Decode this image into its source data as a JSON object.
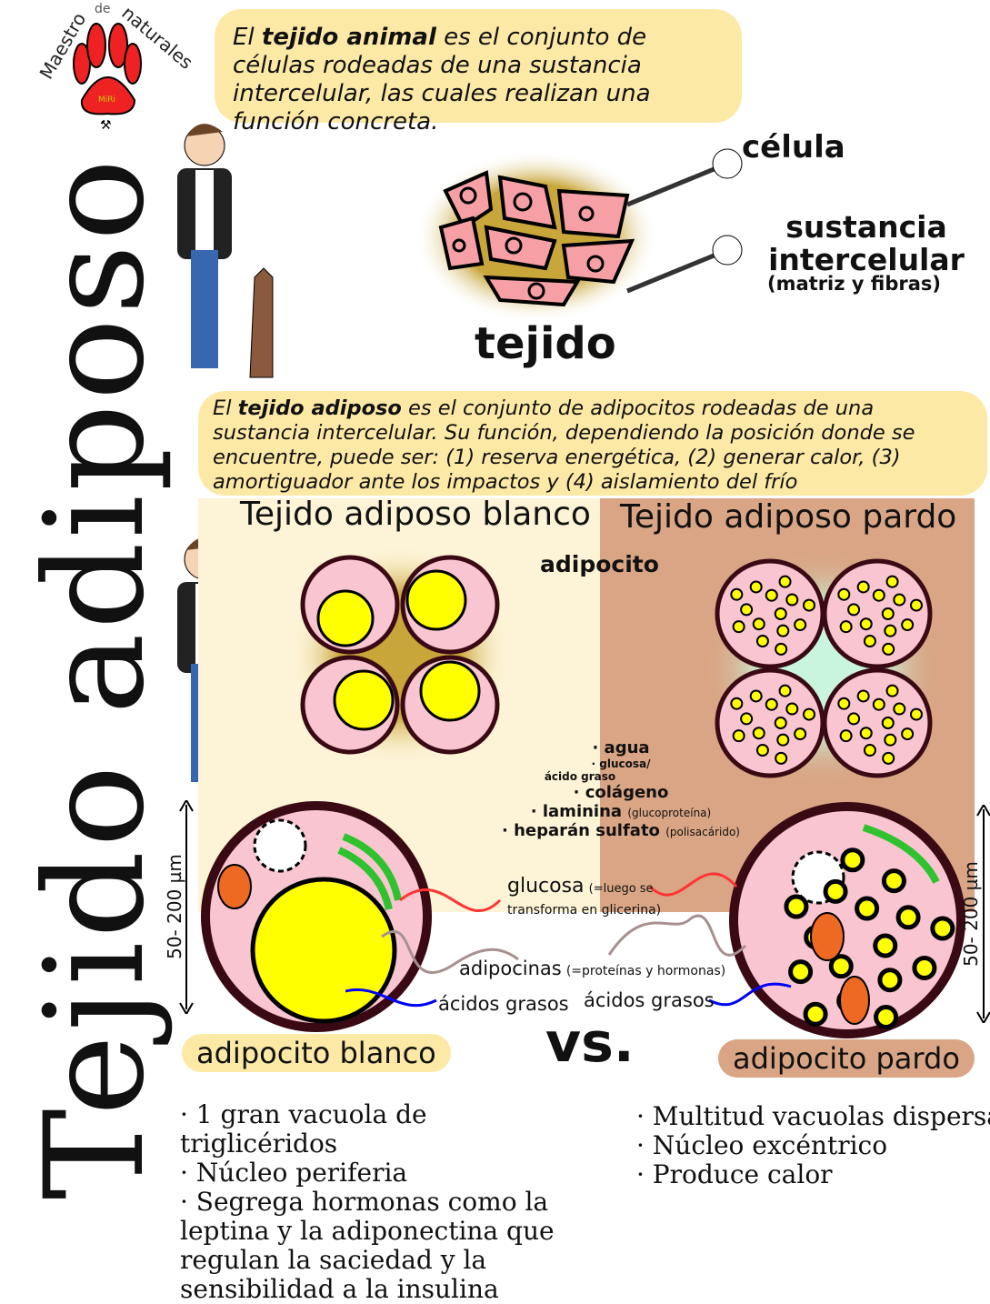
{
  "title": "Tejido adiposo",
  "logo": {
    "text": "Maestro de naturales",
    "signature": "MiRi"
  },
  "bubble1": {
    "pre": "El ",
    "bold": "tejido animal",
    "post": " es el conjunto de células rodeadas de una sustancia intercelular, las cuales realizan una función concreta."
  },
  "tissue": {
    "cell_label": "célula",
    "substance_label": "sustancia intercelular",
    "substance_sub": "(matriz y fibras)",
    "tissue_label": "tejido"
  },
  "bubble2": {
    "pre": "El ",
    "bold": "tejido adiposo",
    "post": " es el conjunto de adipocitos rodeadas de una sustancia intercelular. Su función, dependiendo la posición donde se encuentre, puede ser: (1) reserva energética, (2) generar calor, (3) amortiguador ante los impactos y (4) aislamiento del frío"
  },
  "white_tissue": {
    "title": "Tejido adiposo blanco"
  },
  "brown_tissue": {
    "title": "Tejido adiposo pardo"
  },
  "adipocito_label": "adipocito",
  "components": [
    {
      "name": "· agua",
      "note": ""
    },
    {
      "name": "· glucosa/",
      "note": ""
    },
    {
      "name": "ácido graso",
      "note": ""
    },
    {
      "name": "· colágeno",
      "note": ""
    },
    {
      "name": "· laminina",
      "note": "(glucoproteína)"
    },
    {
      "name": "· heparán sulfato",
      "note": "(polisacárido)"
    }
  ],
  "size_left": "50- 200 µm",
  "size_right": "50- 200 µm",
  "flows": {
    "glucosa": "glucosa",
    "glucosa_note": "(=luego se",
    "glucosa_note2": "transforma en glicerina)",
    "adipocinas": "adipocinas",
    "adipocinas_note": "(=proteínas y hormonas)",
    "acidos_left": "ácidos grasos",
    "acidos_right": "ácidos grasos"
  },
  "vs": "vs.",
  "white_cell": {
    "label": "adipocito blanco",
    "features": [
      "· 1 gran vacuola de triglicéridos",
      "· Núcleo periferia",
      "· Segrega hormonas como la leptina y la adiponectina que regulan la saciedad y la sensibilidad a la insulina"
    ]
  },
  "brown_cell": {
    "label": "adipocito pardo",
    "features": [
      "· Multitud vacuolas dispersas",
      "· Núcleo excéntrico",
      "· Produce calor"
    ]
  },
  "colors": {
    "bubble": "#fde9a6",
    "cream": "#fdf3d6",
    "brown": "#d9a585",
    "cell_pink": "#f9c5d0",
    "membrane": "#3a0a14",
    "vacuole": "#ffff00",
    "mito": "#ee6a22",
    "er": "#2ec22e"
  }
}
